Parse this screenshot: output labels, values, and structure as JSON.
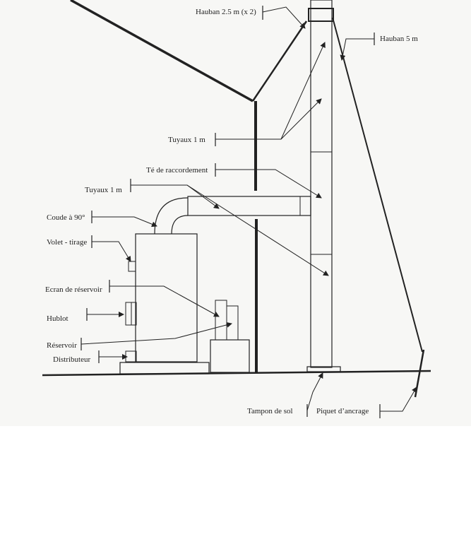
{
  "labels": {
    "hauban_25": "Hauban 2.5 m (x 2)",
    "hauban_5": "Hauban 5 m",
    "tuyaux_vertical": "Tuyaux 1 m",
    "te_raccordement": "Té de raccordement",
    "tuyaux_horizontal": "Tuyaux 1 m",
    "coude": "Coude à 90°",
    "volet": "Volet - tirage",
    "ecran": "Ecran de réservoir",
    "hublot": "Hublot",
    "reservoir": "Réservoir",
    "distributeur": "Distributeur",
    "tampon": "Tampon de sol",
    "piquet": "Piquet d’ancrage"
  },
  "colors": {
    "ink": "#222222",
    "paper": "#f7f7f5"
  }
}
